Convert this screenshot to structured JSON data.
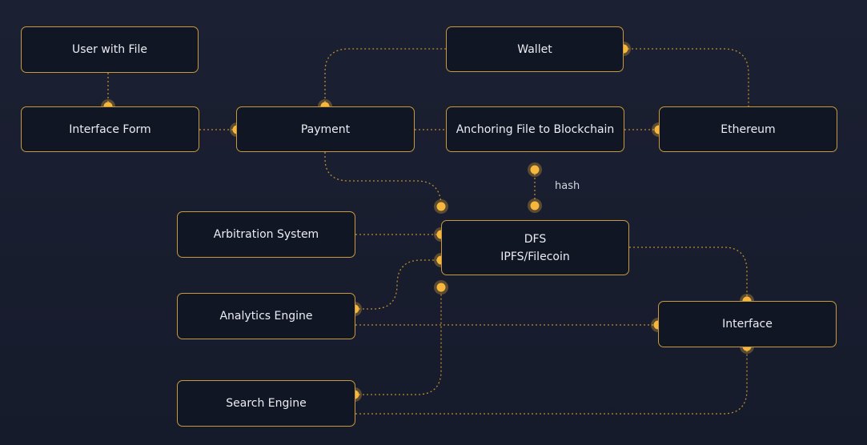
{
  "nodes": {
    "user_with_file": "User with File",
    "wallet": "Wallet",
    "interface_form": "Interface Form",
    "payment": "Payment",
    "anchoring": "Anchoring File to Blockchain",
    "ethereum": "Ethereum",
    "arbitration": "Arbitration System",
    "dfs_line1": "DFS",
    "dfs_line2": "IPFS/Filecoin",
    "analytics": "Analytics Engine",
    "interface": "Interface",
    "search": "Search Engine"
  },
  "edge_labels": {
    "hash": "hash"
  },
  "colors": {
    "accent": "#f6b73c",
    "border": "#c89a3c",
    "background": "#171c2e",
    "node_fill": "#101624",
    "text": "#ecedf2"
  }
}
